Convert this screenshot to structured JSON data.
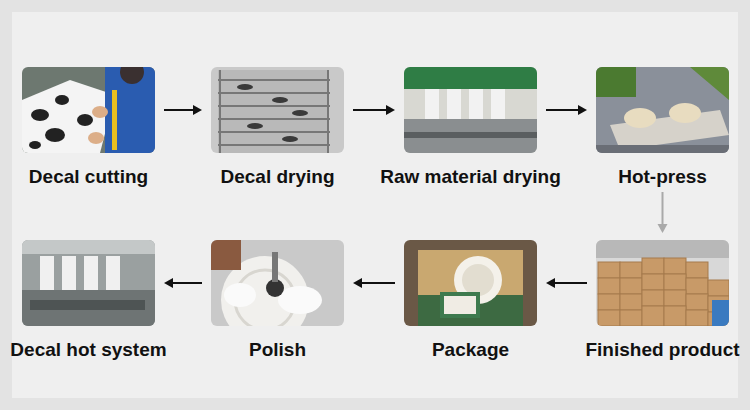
{
  "diagram": {
    "nodes": [
      {
        "text": [
          "Decal cutting"
        ]
      },
      {
        "text": [
          "Decal drying"
        ]
      },
      {
        "text": [
          "Raw material drying"
        ]
      },
      {
        "text": [
          "Hot-press"
        ]
      },
      {
        "text": [
          "Finished product"
        ]
      },
      {
        "text": [
          "Package"
        ]
      },
      {
        "text": [
          "Polish"
        ]
      },
      {
        "text": [
          "Decal hot system"
        ]
      }
    ],
    "edges": [
      {
        "from": 0,
        "to": 1,
        "arrow": "to"
      },
      {
        "from": 1,
        "to": 2,
        "arrow": "to"
      },
      {
        "from": 2,
        "to": 3,
        "arrow": "to"
      },
      {
        "from": 3,
        "to": 4,
        "arrow": "to"
      },
      {
        "from": 4,
        "to": 5,
        "arrow": "to"
      },
      {
        "from": 5,
        "to": 6,
        "arrow": "to"
      },
      {
        "from": 6,
        "to": 7,
        "arrow": "to"
      }
    ]
  }
}
